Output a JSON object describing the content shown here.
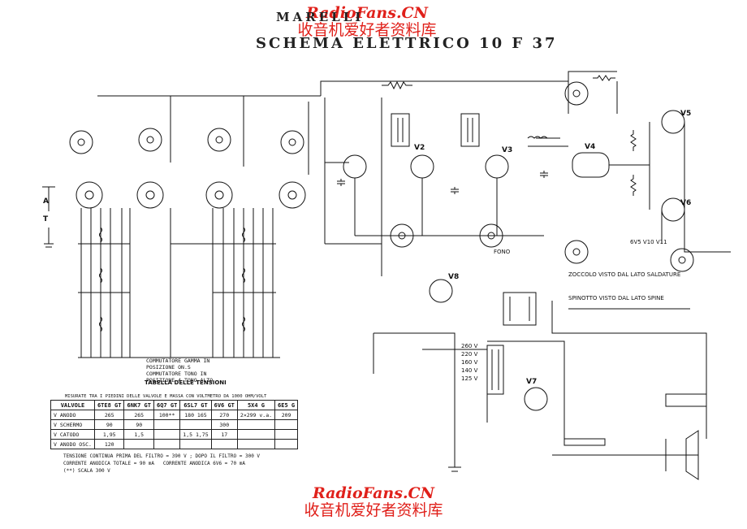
{
  "watermark": {
    "en": "RadioFans.CN",
    "cn": "收音机爱好者资料库"
  },
  "header": {
    "brand": "MARELLI",
    "schema_title": "SCHEMA ELETTRICO 10 F 37"
  },
  "tubes": [
    "V2",
    "V3",
    "V4",
    "V5",
    "V6",
    "V7",
    "V8"
  ],
  "inputs": [
    "A",
    "T"
  ],
  "notes": {
    "commutatore": "COMMUTATORE GAMMA IN\nPOSIZIONE ON.S\nCOMMUTATORE TONO IN\nPOSIZIONE 4 TONO ALTO",
    "zoccolo": "ZOCCOLO VISTO DAL LATO SALDATURE",
    "spinotto": "SPINOTTO VISTO DAL LATO SPINE",
    "socket_pins": "6V5 V10 V11",
    "fono": "FONO",
    "voltages": [
      "260 V",
      "220 V",
      "160 V",
      "140 V",
      "125 V"
    ]
  },
  "table": {
    "title": "TABELLA DELLE TENSIONI",
    "subtitle": "MISURATE TRA I PIEDINI DELLE VALVOLE E MASSA CON VOLTMETRO DA 1000 OHM/VOLT",
    "headers": [
      "VALVOLE",
      "6TE8 GT",
      "6NK7 GT",
      "6Q7 GT",
      "6SL7 GT",
      "6V6 GT",
      "5X4 G",
      "6E5 G"
    ],
    "rows": [
      {
        "label": "V ANODO",
        "cells": [
          "265",
          "265",
          "100**",
          "180 165",
          "270",
          "2×299 v.a.",
          "209"
        ]
      },
      {
        "label": "V SCHERMO",
        "cells": [
          "90",
          "90",
          "",
          "",
          "300",
          "",
          ""
        ]
      },
      {
        "label": "V CATODO",
        "cells": [
          "1,95",
          "1,5",
          "",
          "1,5 1,75",
          "17",
          "",
          ""
        ]
      },
      {
        "label": "V ANODO OSC.",
        "cells": [
          "120",
          "",
          "",
          "",
          "",
          "",
          ""
        ]
      }
    ]
  },
  "footnotes": [
    "TENSIONE CONTINUA PRIMA DEL FILTRO = 390 V ; DOPO IL FILTRO = 300 V",
    "CORRENTE ANODICA TOTALE = 90 mA   CORRENTE ANODICA 6V6 = 70 mA",
    "(**) SCALA 300 V"
  ]
}
